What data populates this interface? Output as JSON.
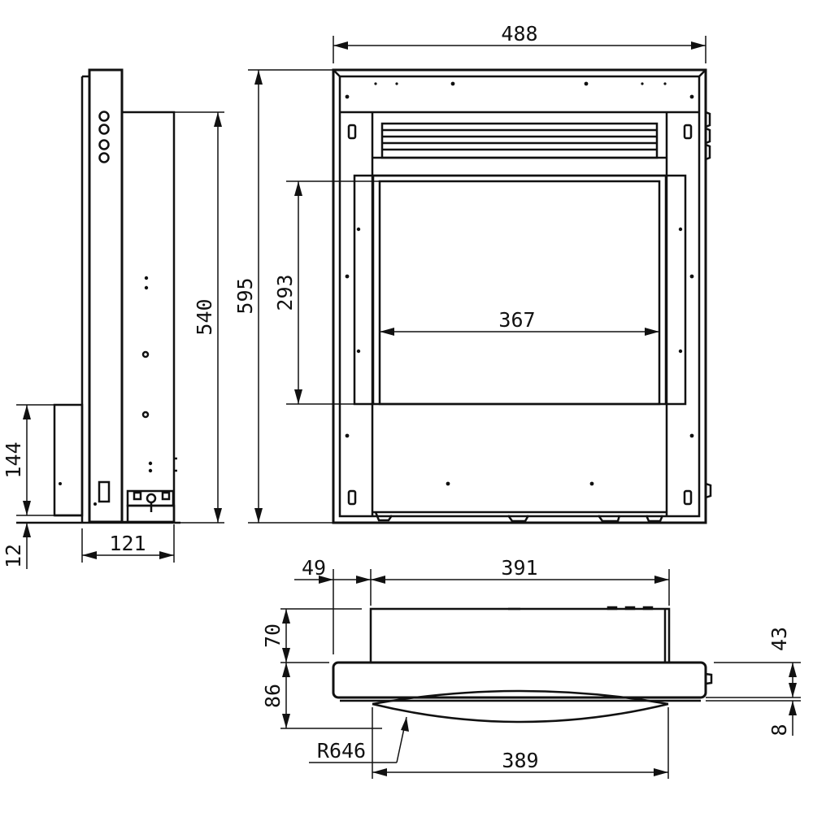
{
  "dimensions": {
    "width_total": "488",
    "height_total": "595",
    "side_height": "540",
    "opening_height": "293",
    "opening_width": "367",
    "bottom_box_height": "144",
    "foot_height": "12",
    "side_depth": "121",
    "top_offset": "49",
    "top_box_width": "391",
    "top_box_depth": "70",
    "frame_depth": "86",
    "frame_thickness": "43",
    "base_gap": "8",
    "arc_radius": "R646",
    "arc_width": "389"
  }
}
